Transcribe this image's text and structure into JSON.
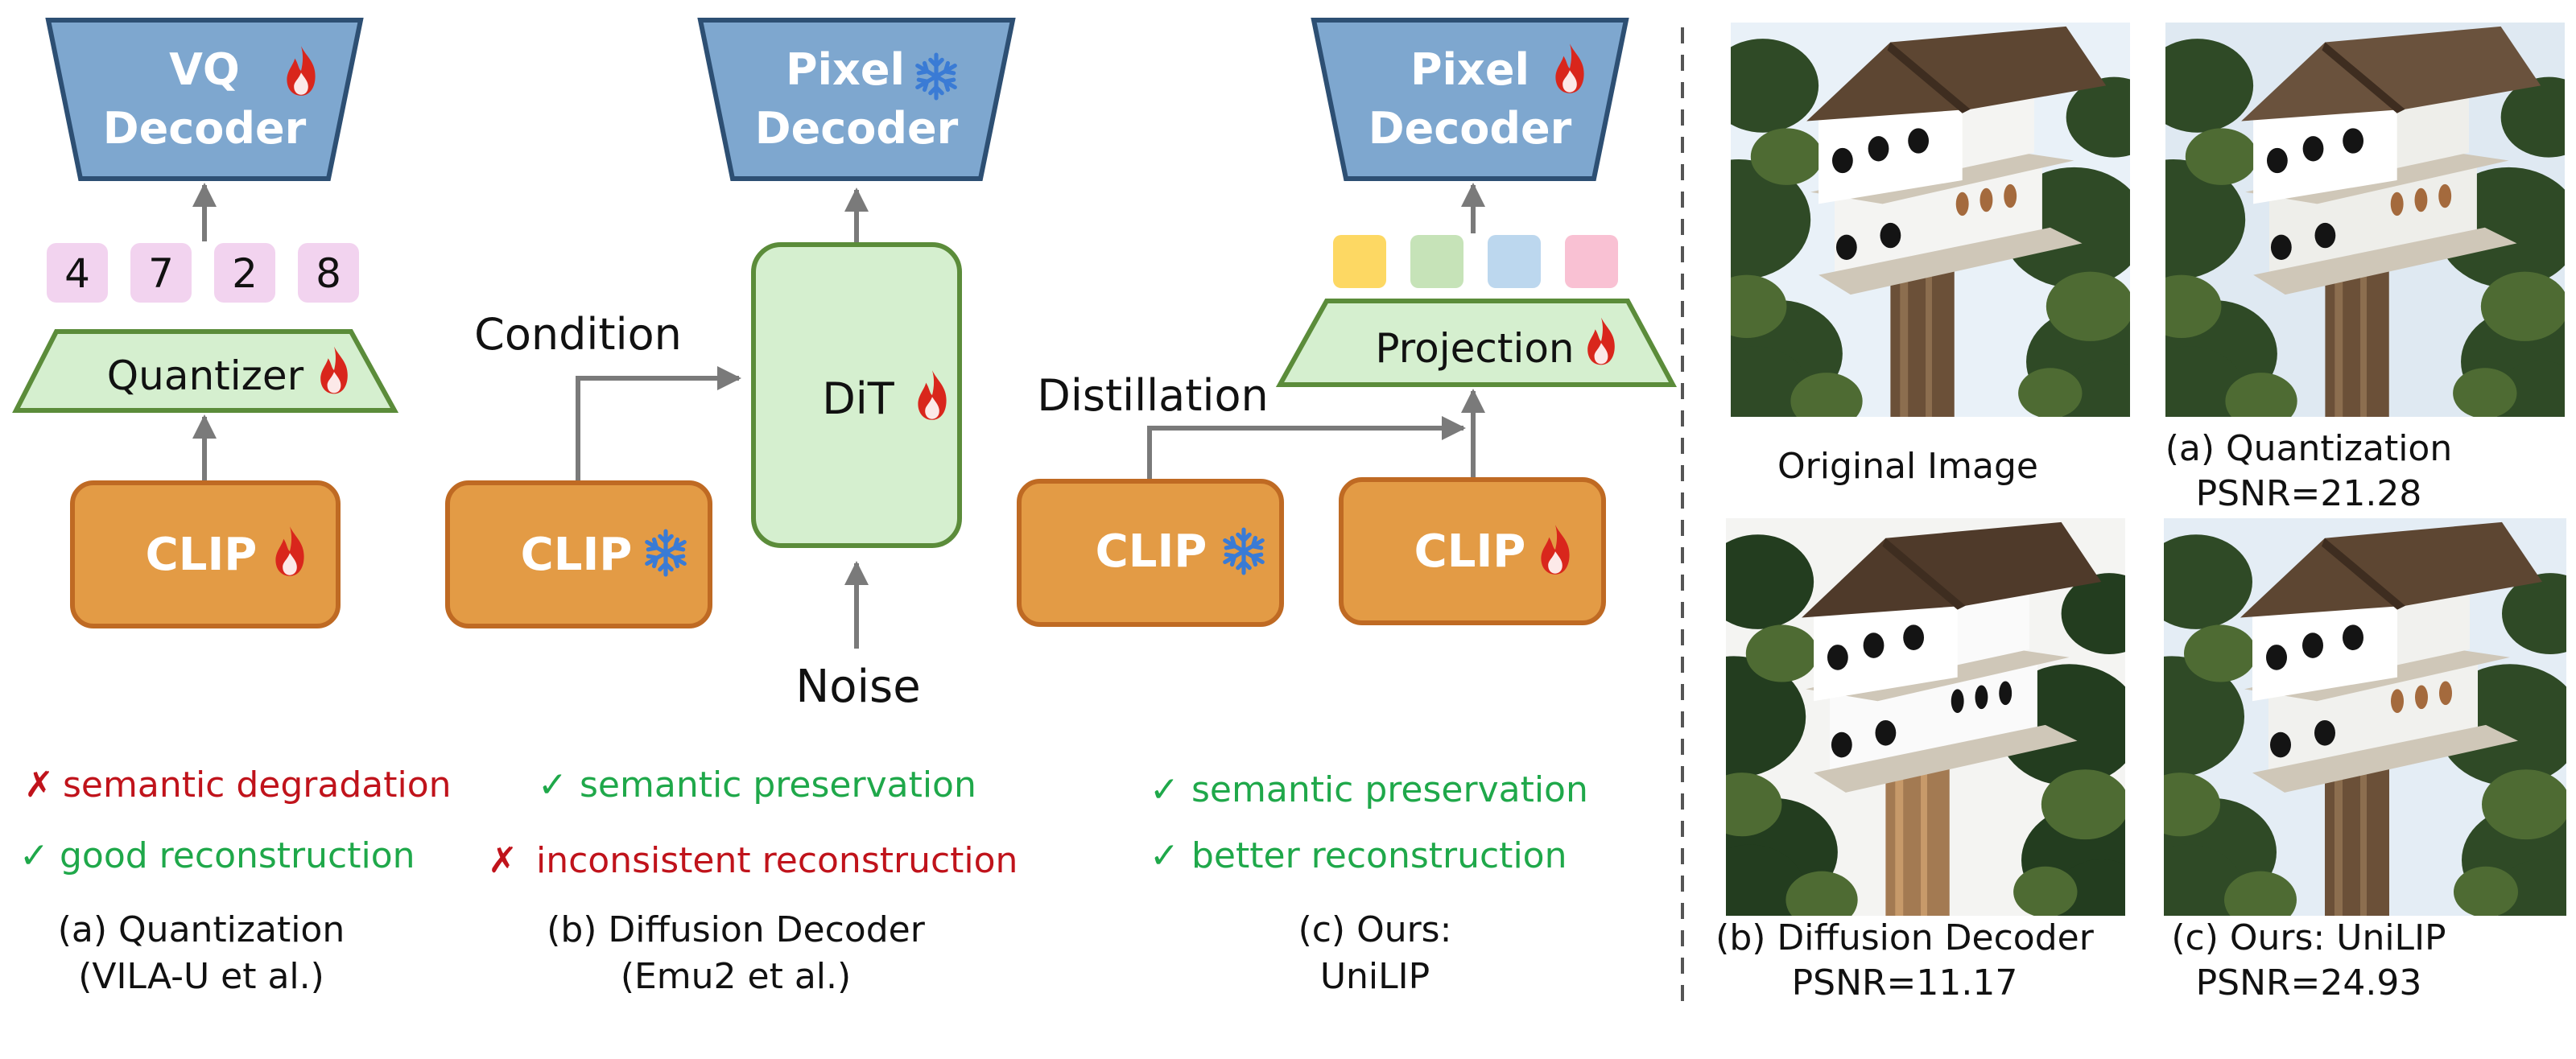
{
  "panel_a": {
    "decoder": {
      "line1": "VQ",
      "line2": "Decoder"
    },
    "tokens": [
      "4",
      "7",
      "2",
      "8"
    ],
    "quantizer": "Quantizer",
    "clip": "CLIP",
    "con": "semantic degradation",
    "pro": "good reconstruction",
    "caption1": "(a)  Quantization",
    "caption2": "(VILA-U et al.)"
  },
  "panel_b": {
    "decoder": {
      "line1": "Pixel",
      "line2": "Decoder"
    },
    "dit": "DiT",
    "condition": "Condition",
    "noise": "Noise",
    "clip": "CLIP",
    "pro": "semantic preservation",
    "con": "inconsistent reconstruction",
    "caption1": "(b) Diffusion Decoder",
    "caption2": "(Emu2 et al.)"
  },
  "panel_c": {
    "decoder": {
      "line1": "Pixel",
      "line2": "Decoder"
    },
    "projection": "Projection",
    "distillation": "Distillation",
    "clip_teacher": "CLIP",
    "clip_student": "CLIP",
    "pro1": "semantic preservation",
    "pro2": "better reconstruction",
    "caption1": "(c) Ours:",
    "caption2": "UniLIP",
    "token_colors": [
      "#fdd863",
      "#c6e3b8",
      "#bcd7ee",
      "#f9c1d3"
    ]
  },
  "marks": {
    "check": "✓",
    "cross": "✗"
  },
  "icons": {
    "trainable": "fire-icon",
    "frozen": "snowflake-icon"
  },
  "images": {
    "original": {
      "caption": "Original Image"
    },
    "quant": {
      "caption": "(a)  Quantization",
      "psnr": "PSNR=21.28"
    },
    "diffusion": {
      "caption": "(b) Diffusion Decoder",
      "psnr": "PSNR=11.17"
    },
    "ours": {
      "caption": "(c) Ours: UniLIP",
      "psnr": "PSNR=24.93"
    }
  },
  "colors": {
    "decoder_fill": "#7ea7cf",
    "decoder_stroke": "#2d4f73",
    "clip_fill": "#e39b45",
    "clip_stroke": "#bf6a23",
    "green_fill": "#d5efcf",
    "green_stroke": "#5b8c3a",
    "token_fill": "#f2d3ef",
    "red_text": "#c0131b",
    "green_text": "#1fa84a"
  }
}
